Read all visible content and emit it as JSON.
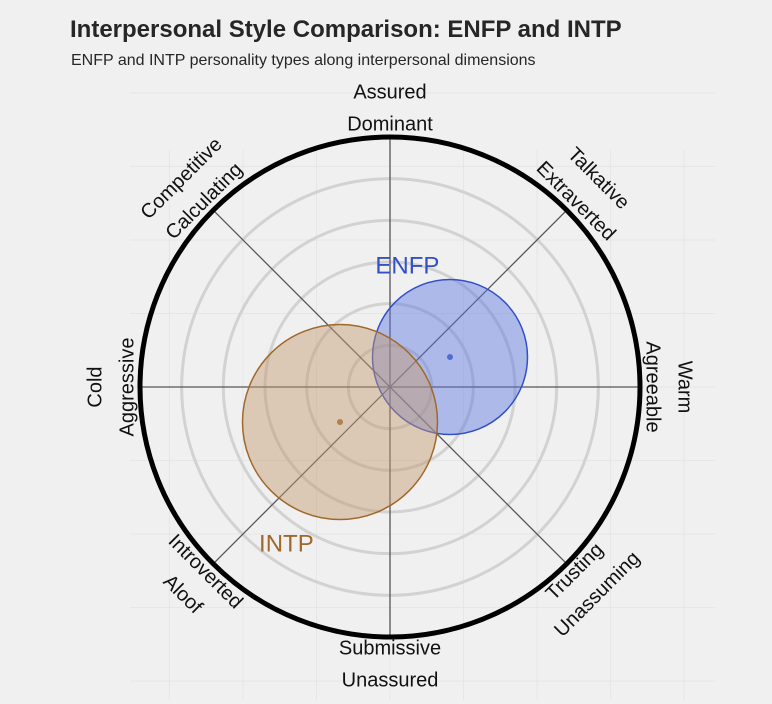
{
  "title": "Interpersonal Style Comparison: ENFP and INTP",
  "subtitle": "ENFP and INTP personality types along interpersonal dimensions",
  "chart_data": {
    "type": "scatter",
    "coordinate_system": "circumplex",
    "axis_range": [
      -1,
      1
    ],
    "grid": true,
    "rings": 6,
    "axes": [
      {
        "angle_deg": 90,
        "lines": [
          "Assured",
          "Dominant"
        ]
      },
      {
        "angle_deg": 45,
        "lines": [
          "Talkative",
          "Extraverted"
        ]
      },
      {
        "angle_deg": 0,
        "lines": [
          "Warm",
          "Agreeable"
        ]
      },
      {
        "angle_deg": -45,
        "lines": [
          "Unassuming",
          "Trusting"
        ]
      },
      {
        "angle_deg": -90,
        "lines": [
          "Unassured",
          "Submissive"
        ]
      },
      {
        "angle_deg": -135,
        "lines": [
          "Aloof",
          "Introverted"
        ]
      },
      {
        "angle_deg": 180,
        "lines": [
          "Cold",
          "Aggressive"
        ]
      },
      {
        "angle_deg": 135,
        "lines": [
          "Competitive",
          "Calculating"
        ]
      }
    ],
    "series": [
      {
        "name": "ENFP",
        "x": 0.24,
        "y": 0.12,
        "radius": 0.31,
        "color": "#3350c8",
        "fill": "#5a78e0"
      },
      {
        "name": "INTP",
        "x": -0.2,
        "y": -0.14,
        "radius": 0.39,
        "color": "#a0692b",
        "fill": "#c49a6c"
      }
    ]
  }
}
